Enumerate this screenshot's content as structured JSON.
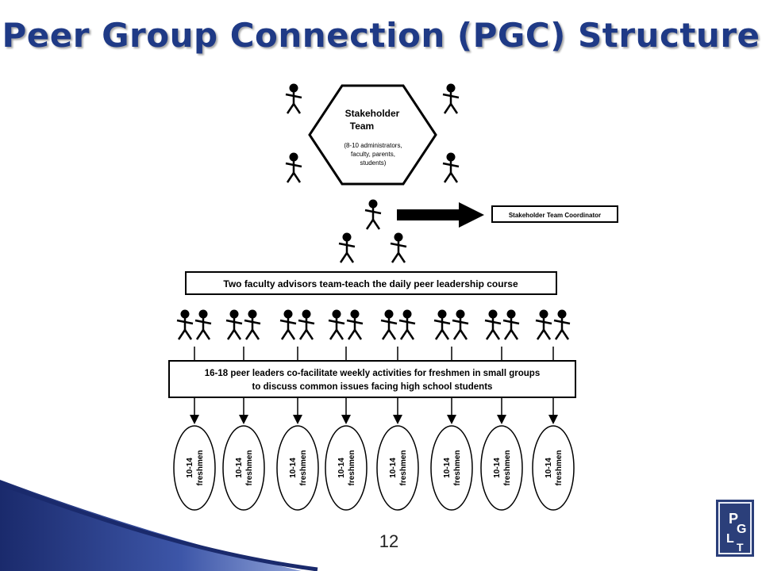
{
  "slide": {
    "title": "Peer Group Connection (PGC) Structure",
    "page_number": "12"
  },
  "stakeholder": {
    "title_line1": "Stakeholder",
    "title_line2": "Team",
    "desc_line1": "(8-10 administrators,",
    "desc_line2": "faculty, parents,",
    "desc_line3": "students)"
  },
  "coordinator_label": "Stakeholder Team Coordinator",
  "advisors_label": "Two faculty advisors team-teach the daily peer leadership course",
  "leaders_line1": "16-18 peer leaders co-facilitate weekly activities for freshmen in small groups",
  "leaders_line2": "to discuss common issues facing high school students",
  "groups": [
    {
      "line1": "10-14",
      "line2": "freshmen"
    },
    {
      "line1": "10-14",
      "line2": "freshmen"
    },
    {
      "line1": "10-14",
      "line2": "freshmen"
    },
    {
      "line1": "10-14",
      "line2": "freshmen"
    },
    {
      "line1": "10-14",
      "line2": "freshmen"
    },
    {
      "line1": "10-14",
      "line2": "freshmen"
    },
    {
      "line1": "10-14",
      "line2": "freshmen"
    },
    {
      "line1": "10-14",
      "line2": "freshmen"
    }
  ],
  "logo_text": "PGLT",
  "colors": {
    "title": "#1f3a86",
    "accent_dark": "#1a2a6c",
    "accent_light": "#8fa2d8",
    "logo_bg": "#2b3f7a"
  }
}
